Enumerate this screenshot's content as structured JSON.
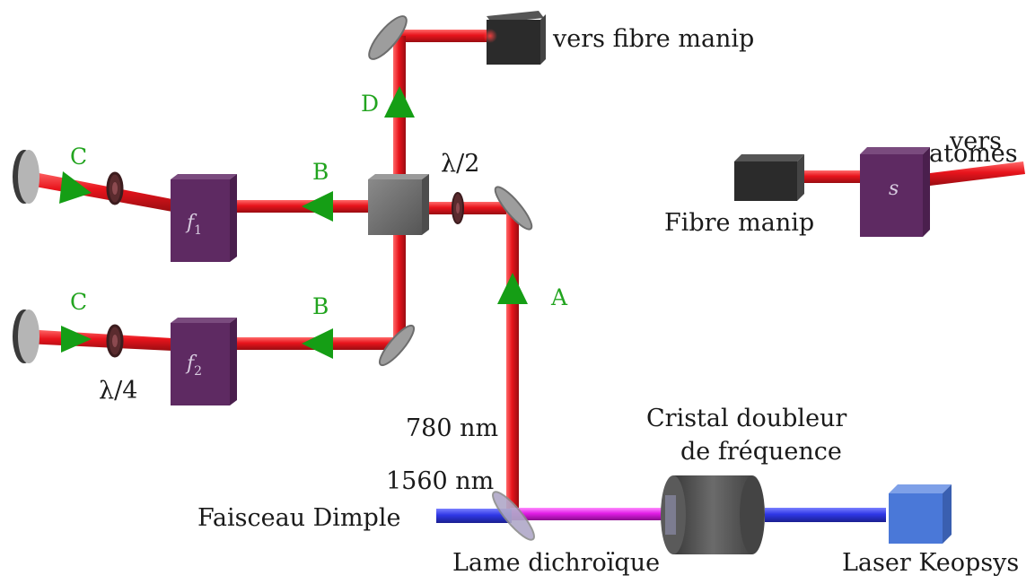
{
  "labels": {
    "vers_fibre_manip": "vers fibre manip",
    "vers_atomes_1": "vers",
    "vers_atomes_2": "atomes",
    "fibre_manip": "Fibre manip",
    "lambda_half": "λ/2",
    "lambda_quarter": "λ/4",
    "nm780": "780 nm",
    "nm1560": "1560 nm",
    "faisceau_dimple": "Faisceau Dimple",
    "lame_dichroique": "Lame dichroïque",
    "cristal_1": "Cristal doubleur",
    "cristal_2": "de fréquence",
    "laser_keopsys": "Laser Keopsys"
  },
  "markers": {
    "a": "A",
    "b": "B",
    "c": "C",
    "d": "D"
  },
  "boxes": {
    "f1_main": "f",
    "f1_sub": "1",
    "f2_main": "f",
    "f2_sub": "2",
    "s": "s"
  },
  "colors": {
    "red_beam": "#e8141c",
    "blue_beam": "#2f37e6",
    "magenta_beam": "#e11ee6",
    "green_marker": "#159e15",
    "purple_box": "#5e2a62",
    "gray_cube": "#6c6c6c",
    "dark_box": "#2b2b2b",
    "laser_blue": "#4a78d8"
  }
}
